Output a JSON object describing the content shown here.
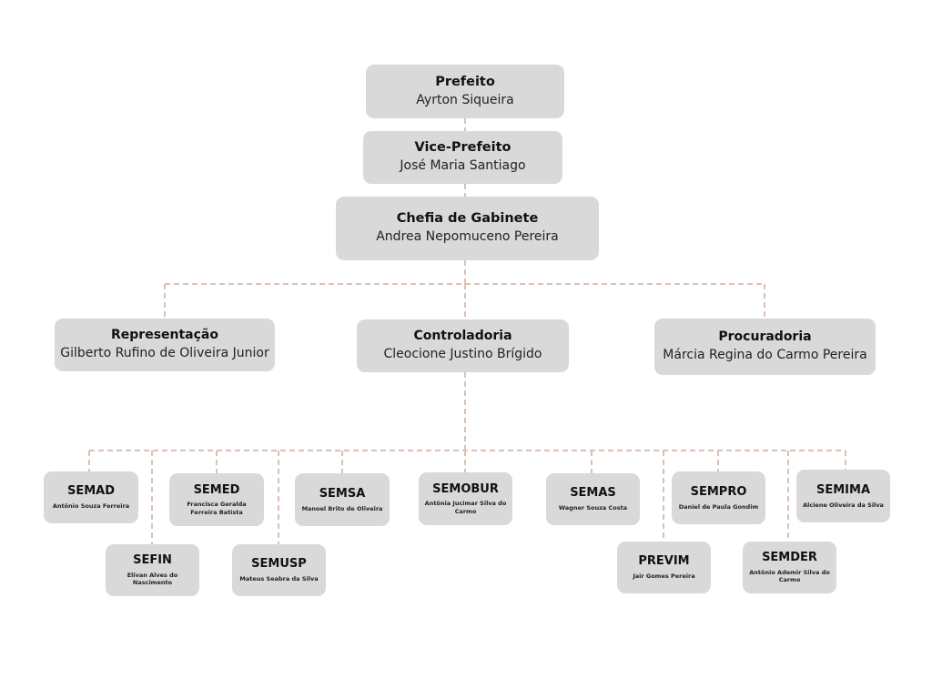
{
  "top": [
    {
      "id": "prefeito",
      "title": "Prefeito",
      "name": "Ayrton Siqueira"
    },
    {
      "id": "vice",
      "title": "Vice-Prefeito",
      "name": "José Maria Santiago"
    },
    {
      "id": "chefia",
      "title": "Chefia de Gabinete",
      "name": "Andrea Nepomuceno Pereira"
    }
  ],
  "middle": [
    {
      "id": "representacao",
      "title": "Representação",
      "name": "Gilberto Rufino de Oliveira Junior"
    },
    {
      "id": "controladoria",
      "title": "Controladoria",
      "name": "Cleocione Justino Brígido"
    },
    {
      "id": "procuradoria",
      "title": "Procuradoria",
      "name": "Márcia Regina do Carmo Pereira"
    }
  ],
  "secretarias": [
    {
      "id": "semad",
      "title": "SEMAD",
      "name": "Antônio Souza Ferreira"
    },
    {
      "id": "sefin",
      "title": "SEFIN",
      "name": "Elivan Alves do Nascimento"
    },
    {
      "id": "semed",
      "title": "SEMED",
      "name": "Francisca Geralda Ferreira Batista"
    },
    {
      "id": "semusp",
      "title": "SEMUSP",
      "name": "Mateus Seabra da Silva"
    },
    {
      "id": "semsa",
      "title": "SEMSA",
      "name": "Manoel Brito de Oliveira"
    },
    {
      "id": "semobur",
      "title": "SEMOBUR",
      "name": "Antônia Jucimar Silva do Carmo"
    },
    {
      "id": "semas",
      "title": "SEMAS",
      "name": "Wagner Souza Costa"
    },
    {
      "id": "previm",
      "title": "PREVIM",
      "name": "Jair Gomes Pereira"
    },
    {
      "id": "sempro",
      "title": "SEMPRO",
      "name": "Daniel de Paula Gondim"
    },
    {
      "id": "semder",
      "title": "SEMDER",
      "name": "Antônio Ademir Silva do Carmo"
    },
    {
      "id": "semima",
      "title": "SEMIMA",
      "name": "Alciene Oliveira da Silva"
    }
  ],
  "colors": {
    "box": "#d9d9d9",
    "connector": "#d9c2b3"
  }
}
